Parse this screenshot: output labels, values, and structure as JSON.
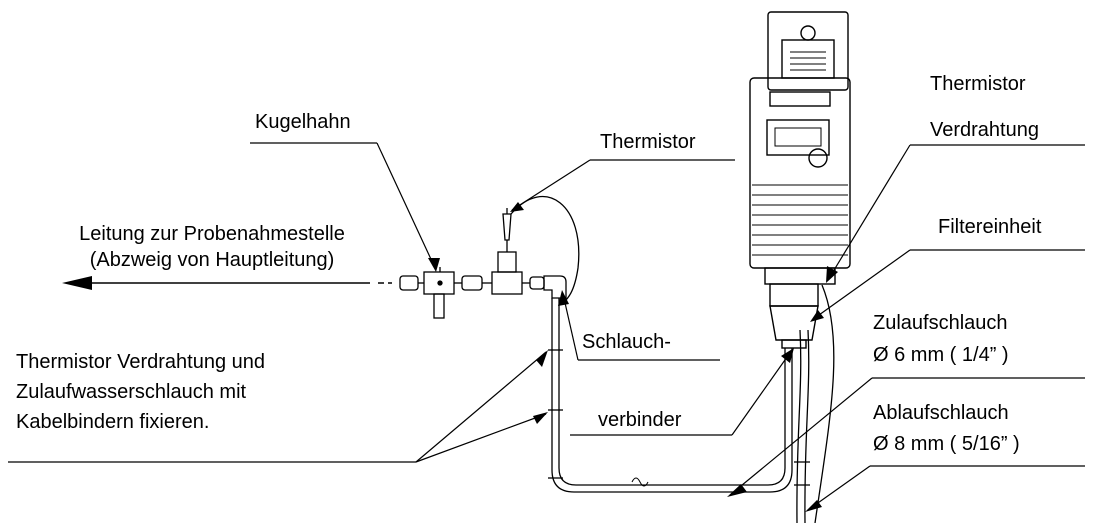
{
  "labels": {
    "kugelhahn": "Kugelhahn",
    "thermistor_top": "Thermistor",
    "leitung_line1": "Leitung zur Probenahmestelle",
    "leitung_line2": "(Abzweig von Hauptleitung)",
    "thermistor_right": "Thermistor",
    "verdrahtung": "Verdrahtung",
    "filtereinheit": "Filtereinheit",
    "zulaufschlauch": "Zulaufschlauch",
    "zulauf_size": "Ø 6 mm ( 1/4” )",
    "ablaufschlauch": "Ablaufschlauch",
    "ablauf_size": "Ø 8 mm ( 5/16” )",
    "schlauch": "Schlauch-",
    "verbinder": "verbinder",
    "fix_line1": "Thermistor Verdrahtung und",
    "fix_line2": "Zulaufwasserschlauch mit",
    "fix_line3": "Kabelbindern fixieren."
  }
}
